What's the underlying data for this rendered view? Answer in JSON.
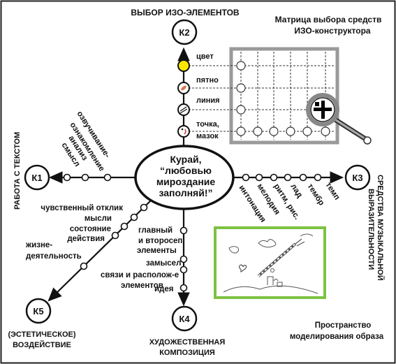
{
  "header": {
    "k2_title": "ВЫБОР ИЗО-ЭЛЕМЕНТОВ",
    "matrix_title_line1": "Матрица выбора средств",
    "matrix_title_line2": "ИЗО-конструктора"
  },
  "nodes": {
    "k1": "К1",
    "k2": "К2",
    "k3": "К3",
    "k4": "К4",
    "k5": "К5"
  },
  "center": {
    "line1": "Курай,",
    "line2": "“любовью",
    "line3": "мироздание",
    "line4": "заполняй!”"
  },
  "k2_items": {
    "color": "цвет",
    "spot": "пятно",
    "line": "линия",
    "dot1": "точка,",
    "dot2": "мазок"
  },
  "k1_side": {
    "title": "РАБОТА С ТЕКСТОМ",
    "items": [
      "озвучивание-",
      "ознакомление",
      "анализ",
      "смысл"
    ]
  },
  "k3_side": {
    "title_line1": "СРЕДСТВА МУЗЫКАЛЬНОЙ",
    "title_line2": "ВЫРАЗИТЕЛЬНОСТИ",
    "items": [
      "интонация",
      "мелодия",
      "ритм, рис.",
      "лад",
      "тембр",
      "темп"
    ]
  },
  "k5_side": {
    "items": [
      "чувственный отклик",
      "мысли",
      "состояние",
      "действия",
      "жизне-",
      "деятельность"
    ],
    "label_line1": "(ЭСТЕТИЧЕСКОЕ)",
    "label_line2": "ВОЗДЕЙСТВИЕ"
  },
  "k4_side": {
    "items": [
      "главный",
      "и второсеп.",
      "элементы",
      "замысел",
      "связи и располож-е",
      "элементов",
      "идея"
    ],
    "label_line1": "ХУДОЖЕСТВЕННАЯ",
    "label_line2": "КОМПОЗИЦИЯ"
  },
  "space": {
    "label_line1": "Пространство",
    "label_line2": "моделирования образа"
  },
  "colors": {
    "line": "#111111",
    "matrix_border": "#9a9a9a",
    "frame_green": "#7dc242",
    "highlight_yellow": "#ffe600"
  }
}
